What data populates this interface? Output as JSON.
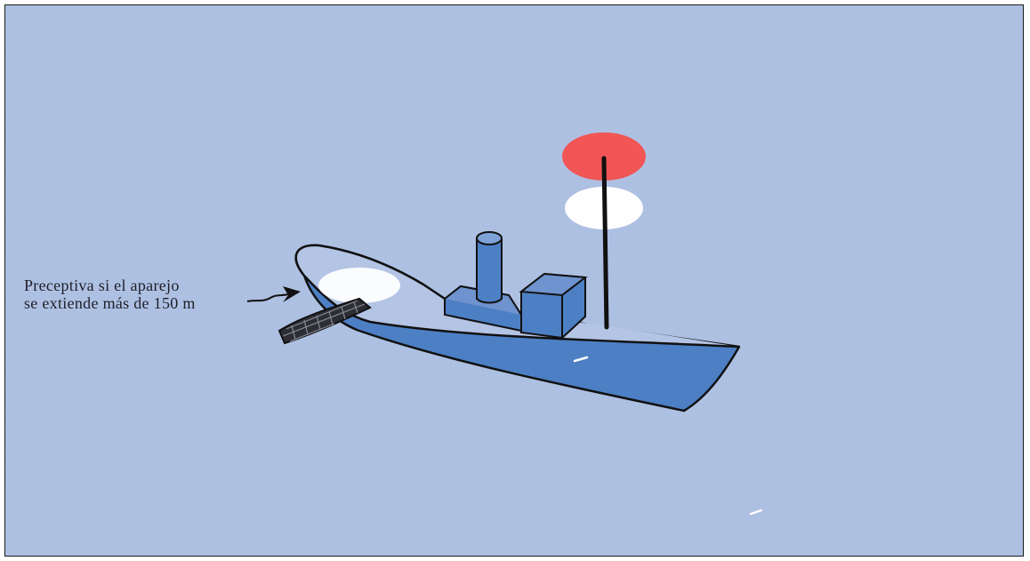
{
  "annotation": {
    "line1": "Preceptiva si el aparejo",
    "line2": "se extiende más de 150 m"
  },
  "colors": {
    "water_background": "#a9bde0",
    "hull_blue": "#4d7fc4",
    "light_red": "#f15555",
    "light_white": "#ffffff",
    "outline": "#111111"
  },
  "lights": [
    {
      "name": "masthead-red-light",
      "color": "red"
    },
    {
      "name": "masthead-white-light",
      "color": "white"
    },
    {
      "name": "outlying-gear-white-light",
      "color": "white"
    }
  ]
}
